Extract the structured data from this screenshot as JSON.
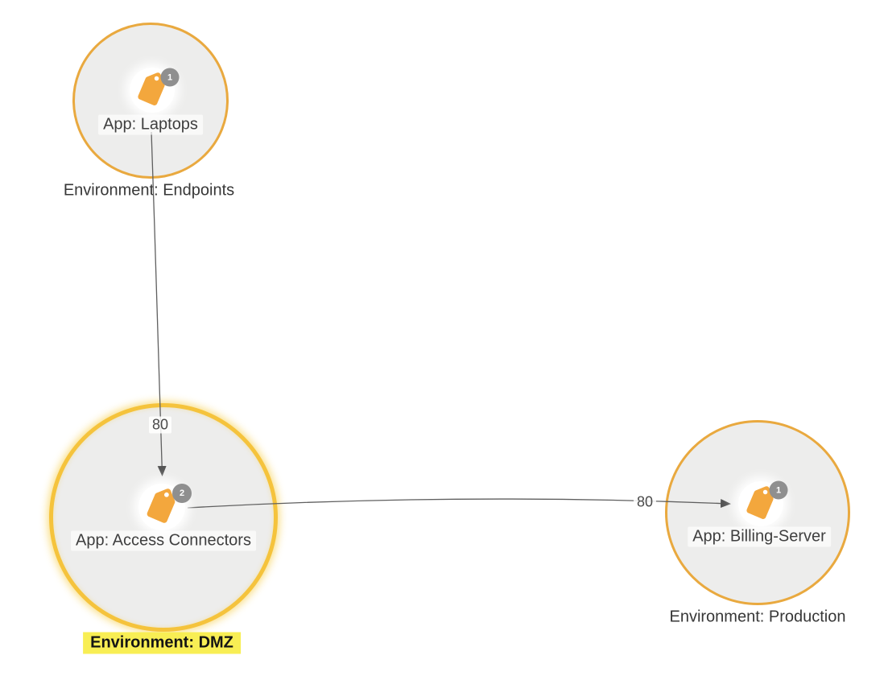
{
  "diagram": {
    "type": "app-dependency-map"
  },
  "nodes": [
    {
      "id": "laptops",
      "app_label": "App: Laptops",
      "env_label": "Environment: Endpoints",
      "badge": "1",
      "selected": false,
      "env_highlighted": false
    },
    {
      "id": "access-connectors",
      "app_label": "App: Access Connectors",
      "env_label": "Environment: DMZ",
      "badge": "2",
      "selected": true,
      "env_highlighted": true
    },
    {
      "id": "billing-server",
      "app_label": "App: Billing-Server",
      "env_label": "Environment: Production",
      "badge": "1",
      "selected": false,
      "env_highlighted": false
    }
  ],
  "edges": [
    {
      "from": "laptops",
      "to": "access-connectors",
      "label": "80"
    },
    {
      "from": "access-connectors",
      "to": "billing-server",
      "label": "80"
    }
  ],
  "colors": {
    "node_fill": "#EDEDEC",
    "node_border": "#E9A93F",
    "selected_border": "#F5C33C",
    "tag_icon": "#F3A73D",
    "badge_bg": "#8F8F8F",
    "badge_text": "#FFFFFF",
    "edge": "#5F5F5F",
    "label_text": "#3F3F3F",
    "highlight_bg": "#F8EE54"
  }
}
